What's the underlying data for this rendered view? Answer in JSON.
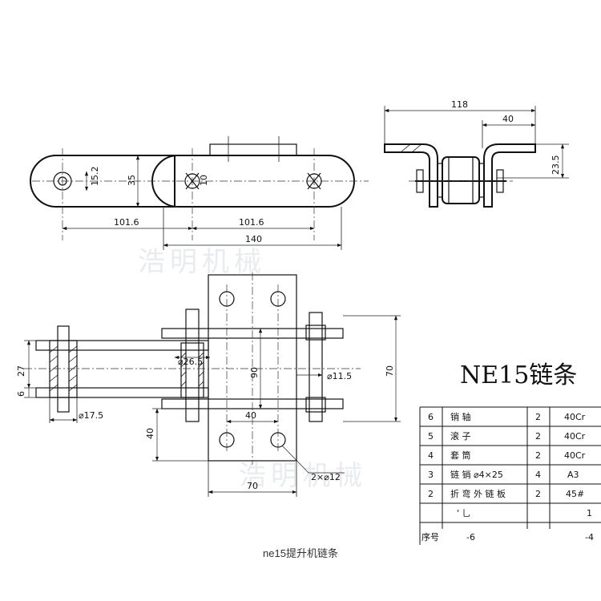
{
  "title": "NE15链条",
  "caption": "ne15提升机链条",
  "watermark": "浩明机械",
  "dims_top": {
    "pitch_left": "101.6",
    "pitch_right": "101.6",
    "total": "140",
    "height": "35",
    "hole_height": "15.2",
    "pin_dia": "10"
  },
  "dims_side": {
    "width": "118",
    "bracket": "40",
    "height": "23.5"
  },
  "dims_bottom": {
    "d_left": "27",
    "d_small": "6",
    "bush_dia": "⌀17.5",
    "roller_dia": "⌀26.5",
    "inner": "90",
    "outer": "70",
    "pin": "⌀11.5",
    "hole_spacing": "40",
    "bottom_offset": "40",
    "plate_width": "70",
    "holes": "2×⌀12"
  },
  "bom": {
    "rows": [
      {
        "no": "6",
        "name": "销 轴",
        "qty": "2",
        "material": "40Cr"
      },
      {
        "no": "5",
        "name": "滚 子",
        "qty": "2",
        "material": "40Cr"
      },
      {
        "no": "4",
        "name": "套 筒",
        "qty": "2",
        "material": "40Cr"
      },
      {
        "no": "3",
        "name": "链 销 ⌀4×25",
        "qty": "4",
        "material": "A3"
      },
      {
        "no": "2",
        "name": "折 弯 外 链 板",
        "qty": "2",
        "material": "45#"
      }
    ],
    "partial_row": {
      "no": "",
      "name": "' 乚",
      "qty": "",
      "material": "1"
    },
    "header_row": {
      "no": "序号",
      "name": "-6",
      "qty": "",
      "material": "-4"
    }
  }
}
